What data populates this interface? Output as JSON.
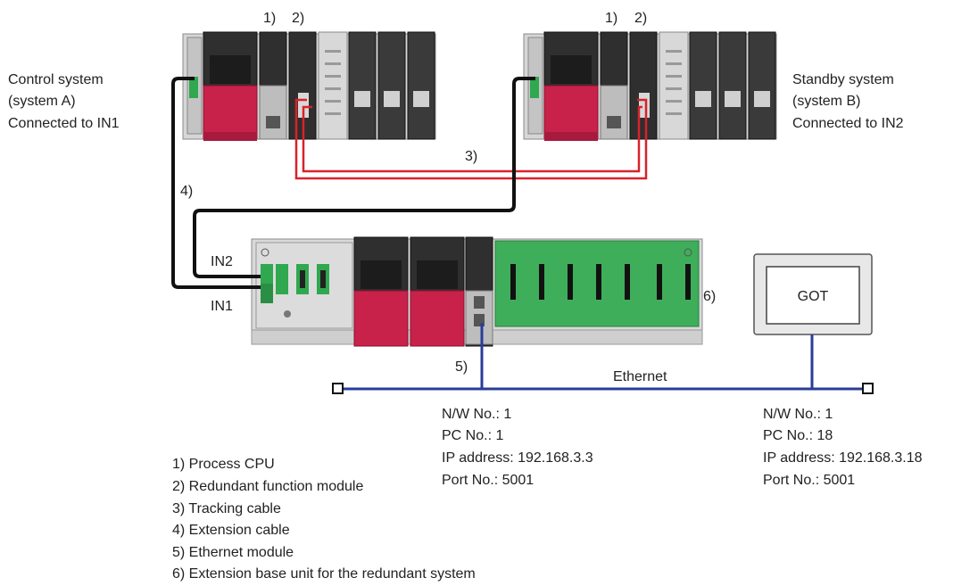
{
  "callouts": {
    "plc_a": [
      "1)",
      "2)"
    ],
    "plc_b": [
      "1)",
      "2)"
    ],
    "tracking": "3)",
    "extension": "4)",
    "ethernet_module": "5)",
    "ext_base": "6)"
  },
  "system_a": [
    "Control system",
    "(system A)",
    "Connected to IN1"
  ],
  "system_b": [
    "Standby system",
    "(system B)",
    "Connected to IN2"
  ],
  "ports": {
    "in2": "IN2",
    "in1": "IN1"
  },
  "got": "GOT",
  "network_label": "Ethernet",
  "station_plc": [
    "N/W No.: 1",
    "PC No.: 1",
    "IP address: 192.168.3.3",
    "Port No.: 5001"
  ],
  "station_got": [
    "N/W No.: 1",
    "PC No.: 18",
    "IP address: 192.168.3.18",
    "Port No.: 5001"
  ],
  "legend": [
    "1) Process CPU",
    "2) Redundant function module",
    "3) Tracking cable",
    "4) Extension cable",
    "5) Ethernet module",
    "6) Extension base unit for the redundant system"
  ]
}
